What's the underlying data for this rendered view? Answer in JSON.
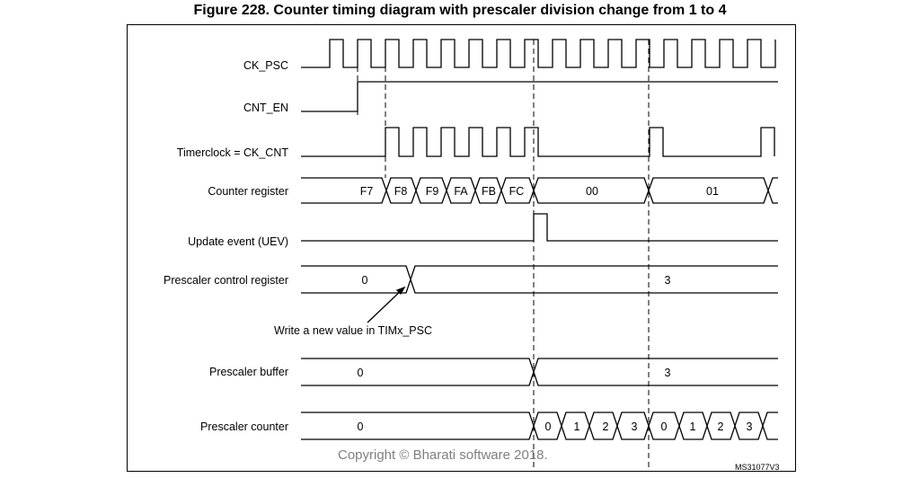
{
  "title": "Figure 228. Counter timing diagram with prescaler division change from 1 to 4",
  "copyright": "Copyright © Bharati software 2018.",
  "figure_code": "MS31077V3",
  "signals": {
    "ck_psc": "CK_PSC",
    "cnt_en": "CNT_EN",
    "timerclock": "Timerclock = CK_CNT",
    "counter_register": "Counter register",
    "update_event": "Update event (UEV)",
    "prescaler_control": "Prescaler control register",
    "prescaler_buffer": "Prescaler buffer",
    "prescaler_counter": "Prescaler counter"
  },
  "counter_values": [
    "F7",
    "F8",
    "F9",
    "FA",
    "FB",
    "FC",
    "00",
    "01"
  ],
  "prescaler_control_values": [
    "0",
    "3"
  ],
  "prescaler_buffer_values": [
    "0",
    "3"
  ],
  "prescaler_counter_values": [
    "0",
    "0",
    "1",
    "2",
    "3",
    "0",
    "1",
    "2",
    "3"
  ],
  "annotation": "Write a new value in TIMx_PSC"
}
